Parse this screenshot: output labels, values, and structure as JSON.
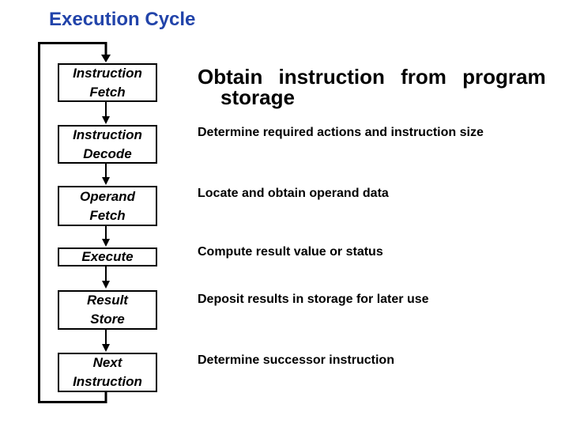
{
  "page": {
    "title": "Execution Cycle"
  },
  "colors": {
    "title_blue": "#2244AA",
    "line_black": "#000000",
    "background": "#FFFFFF"
  },
  "flow": {
    "loop": "feedback loop from Next Instruction back to Instruction Fetch",
    "steps": [
      {
        "box_line1": "Instruction",
        "box_line2": "Fetch",
        "description": "Obtain instruction from program storage",
        "desc_line1": "Obtain instruction from program",
        "desc_line2": "storage"
      },
      {
        "box_line1": "Instruction",
        "box_line2": "Decode",
        "description": "Determine required actions and instruction size"
      },
      {
        "box_line1": "Operand",
        "box_line2": "Fetch",
        "description": "Locate and obtain operand data"
      },
      {
        "box_line1": "Execute",
        "description": "Compute result value or status"
      },
      {
        "box_line1": "Result",
        "box_line2": "Store",
        "description": "Deposit results in storage for later use"
      },
      {
        "box_line1": "Next",
        "box_line2": "Instruction",
        "description": "Determine successor instruction"
      }
    ]
  }
}
